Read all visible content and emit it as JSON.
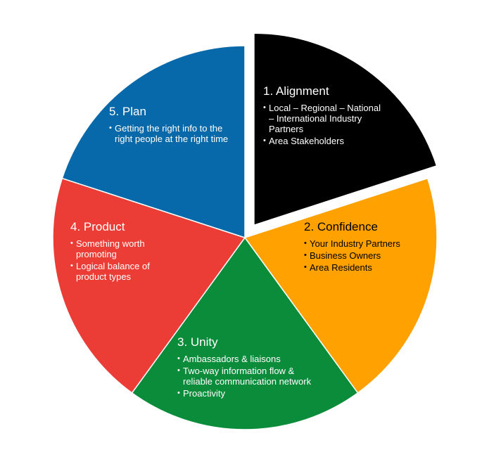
{
  "diagram": {
    "segments": [
      {
        "id": "1",
        "title": "1. Alignment",
        "bullets": [
          "Local – Regional – National – International Industry Partners",
          "Area Stakeholders"
        ],
        "color": "#000000",
        "text_color": "#ffffff"
      },
      {
        "id": "2",
        "title": "2. Confidence",
        "bullets": [
          "Your Industry Partners",
          "Business Owners",
          "Area Residents"
        ],
        "color": "#ffa100",
        "text_color": "#000000"
      },
      {
        "id": "3",
        "title": "3. Unity",
        "bullets": [
          "Ambassadors & liaisons",
          "Two-way information flow & reliable communication network",
          "Proactivity"
        ],
        "color": "#0a8c3b",
        "text_color": "#ffffff"
      },
      {
        "id": "4",
        "title": "4. Product",
        "bullets": [
          "Something worth promoting",
          "Logical balance of product types"
        ],
        "color": "#eb3d36",
        "text_color": "#ffffff"
      },
      {
        "id": "5",
        "title": "5. Plan",
        "bullets": [
          "Getting the right info to the right people at the right time"
        ],
        "color": "#0869aa",
        "text_color": "#ffffff"
      }
    ]
  }
}
